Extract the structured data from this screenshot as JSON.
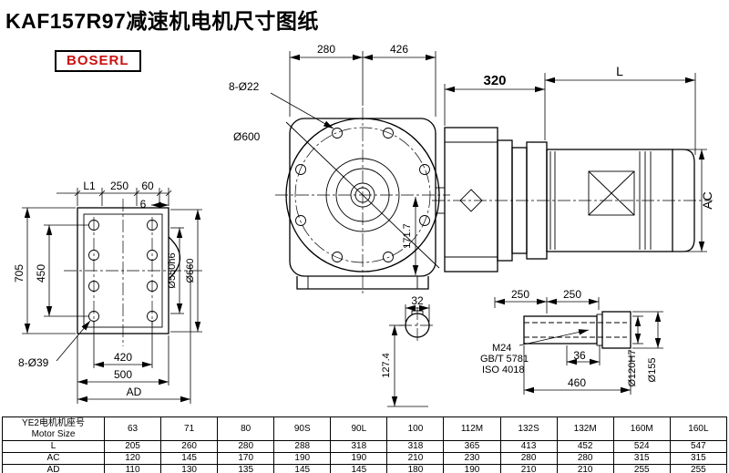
{
  "title": "KAF157R97减速机电机尺寸图纸",
  "logo": "BOSERL",
  "drawing": {
    "labels": {
      "d280": "280",
      "d426": "426",
      "o22": "8-Ø22",
      "o600": "Ø600",
      "d320": "320",
      "dL": "L",
      "dAC": "AC",
      "dL1": "L1",
      "d250t": "250",
      "d60": "60",
      "d6": "6",
      "d705": "705",
      "d450": "450",
      "o550": "Ø550h6",
      "o660": "Ø660",
      "o39": "8-Ø39",
      "d420": "420",
      "d500": "500",
      "dAD": "AD",
      "d1717": "171.7",
      "d32": "32",
      "d1274": "127.4",
      "d250a": "250",
      "d250b": "250",
      "m24": "M24",
      "gbt": "GB/T 5781",
      "iso": "ISO 4018",
      "d36": "36",
      "d460": "460",
      "o120": "Ø120H7",
      "o155": "Ø155"
    }
  },
  "table": {
    "header_cn": "YE2电机机座号",
    "header_en": "Motor Size",
    "sizes": [
      "63",
      "71",
      "80",
      "90S",
      "90L",
      "100",
      "112M",
      "132S",
      "132M",
      "160M",
      "160L"
    ],
    "rows": [
      {
        "label": "L",
        "values": [
          "205",
          "260",
          "280",
          "288",
          "318",
          "318",
          "365",
          "413",
          "452",
          "524",
          "547"
        ]
      },
      {
        "label": "AC",
        "values": [
          "120",
          "145",
          "170",
          "190",
          "190",
          "210",
          "230",
          "280",
          "280",
          "315",
          "315"
        ]
      },
      {
        "label": "AD",
        "values": [
          "110",
          "130",
          "135",
          "145",
          "145",
          "180",
          "190",
          "210",
          "210",
          "255",
          "255"
        ]
      }
    ]
  }
}
